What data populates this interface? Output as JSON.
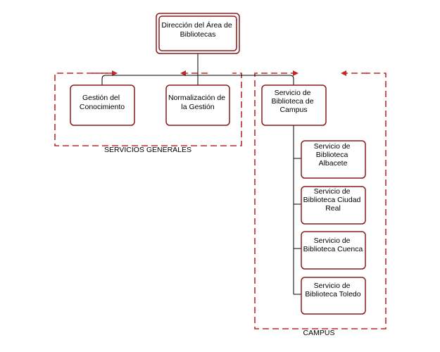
{
  "colors": {
    "box_border": "#8b1a1a",
    "group_border": "#c0282d",
    "connector": "#000000",
    "text": "#000000",
    "background": "#ffffff"
  },
  "nodes": {
    "root": [
      "Dirección del Área de",
      "Bibliotecas"
    ],
    "gestion": [
      "Gestión del",
      "Conocimiento"
    ],
    "normalizacion": [
      "Normalización de",
      "la Gestión"
    ],
    "campus": [
      "Servicio de",
      "Biblioteca de",
      "Campus"
    ],
    "albacete": [
      "Servicio de",
      "Biblioteca",
      "Albacete"
    ],
    "ciudad_real": [
      "Servicio de",
      "Biblioteca Ciudad",
      "Real"
    ],
    "cuenca": [
      "Servicio de",
      "Biblioteca Cuenca"
    ],
    "toledo": [
      "Servicio de",
      "Biblioteca Toledo"
    ]
  },
  "groups": {
    "servicios_generales": "SERVICIOS GENERALES",
    "campus": "CAMPUS"
  }
}
